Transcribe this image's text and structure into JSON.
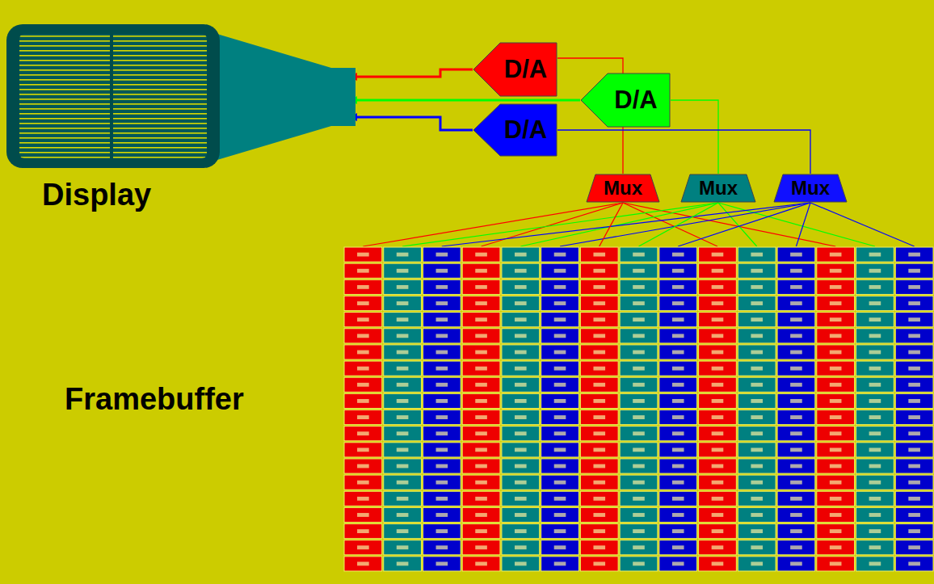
{
  "diagram": {
    "nodes": [
      {
        "text": [
          "Display"
        ]
      },
      {
        "text": [
          "D/A"
        ]
      },
      {
        "text": [
          "D/A"
        ]
      },
      {
        "text": [
          "D/A"
        ]
      },
      {
        "text": [
          "Mux"
        ]
      },
      {
        "text": [
          "Mux"
        ]
      },
      {
        "text": [
          "Mux"
        ]
      },
      {
        "text": [
          "Framebuffer"
        ]
      }
    ],
    "edges": [
      {
        "from": 1,
        "to": 0,
        "arrow": "to"
      },
      {
        "from": 2,
        "to": 0,
        "arrow": "to"
      },
      {
        "from": 3,
        "to": 0,
        "arrow": "to"
      },
      {
        "from": 4,
        "to": 1,
        "arrow": "none"
      },
      {
        "from": 5,
        "to": 2,
        "arrow": "none"
      },
      {
        "from": 6,
        "to": 3,
        "arrow": "none"
      },
      {
        "from": 7,
        "to": 4,
        "arrow": "none"
      },
      {
        "from": 7,
        "to": 5,
        "arrow": "none"
      },
      {
        "from": 7,
        "to": 6,
        "arrow": "none"
      }
    ]
  }
}
